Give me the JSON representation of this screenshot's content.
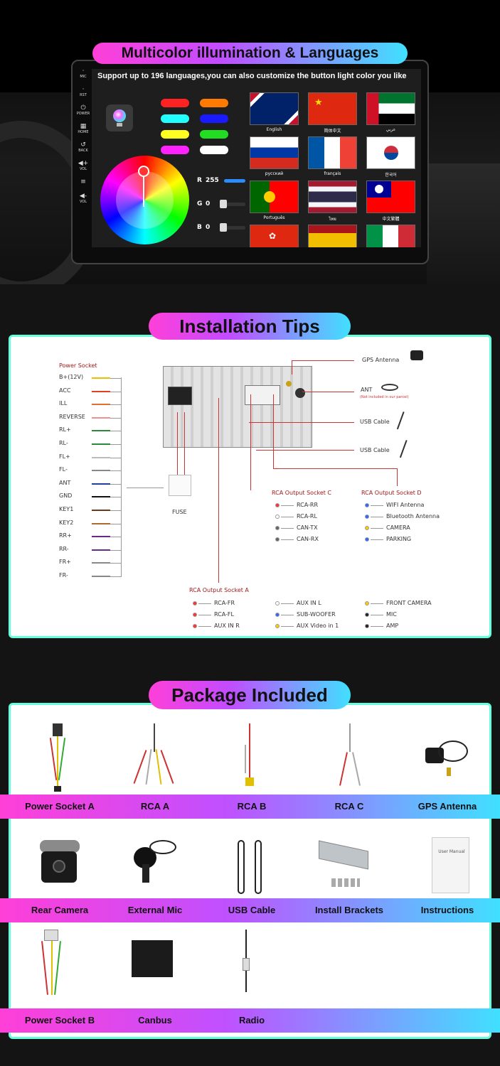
{
  "section_illumination": {
    "title": "Multicolor illumination & Languages",
    "support_text": "Support up to 196 languages,you can also customize the button light color you like",
    "side_buttons": [
      {
        "label": "MIC",
        "icon": "mic-icon",
        "glyph": "·"
      },
      {
        "label": "RST",
        "icon": "reset-icon",
        "glyph": "·"
      },
      {
        "label": "POWER",
        "icon": "power-icon",
        "glyph": "⏻"
      },
      {
        "label": "HOME",
        "icon": "home-icon",
        "glyph": "▦"
      },
      {
        "label": "BACK",
        "icon": "back-icon",
        "glyph": "↺"
      },
      {
        "label": "VOL",
        "icon": "volume-up-icon",
        "glyph": "◀+"
      },
      {
        "label": "",
        "icon": "menu-icon",
        "glyph": "≡"
      },
      {
        "label": "VOL",
        "icon": "volume-down-icon",
        "glyph": "◀-"
      }
    ],
    "color_swatches": [
      "#ff2222",
      "#ff7a00",
      "#22ffff",
      "#1a1aff",
      "#ffff22",
      "#22dd22",
      "#ff22ff",
      "#ffffff"
    ],
    "rgb": {
      "r_label": "R",
      "r_value": "255",
      "g_label": "G",
      "g_value": "0",
      "b_label": "B",
      "b_value": "0",
      "r_color": "#2a8cff"
    },
    "languages": [
      "English",
      "简体中文",
      "عربي",
      "русский",
      "français",
      "한국어",
      "Português",
      "ไทย",
      "中文繁體"
    ]
  },
  "section_installation": {
    "title": "Installation Tips",
    "power_socket": {
      "header": "Power Socket",
      "pins": [
        "B+(12V)",
        "ACC",
        "ILL",
        "REVERSE",
        "RL+",
        "RL-",
        "FL+",
        "FL-",
        "ANT",
        "GND",
        "KEY1",
        "KEY2",
        "RR+",
        "RR-",
        "FR+",
        "FR-"
      ],
      "wire_colors": [
        "#e8c200",
        "#e04020",
        "#e07030",
        "#f09090",
        "#2a8a3a",
        "#2a8a3a",
        "#ffffff",
        "#888888",
        "#2040a0",
        "#111111",
        "#6a3a1a",
        "#aa6a30",
        "#6a2a8a",
        "#6a2a8a",
        "#888888",
        "#888888"
      ]
    },
    "fuse_label": "FUSE",
    "antennas": [
      {
        "label": "GPS Antenna",
        "note": ""
      },
      {
        "label": "ANT",
        "note": "(Not included in our parcel)"
      },
      {
        "label": "USB Cable",
        "note": ""
      },
      {
        "label": "USB Cable",
        "note": ""
      }
    ],
    "rca_c": {
      "header": "RCA Output Socket C",
      "items": [
        "RCA-RR",
        "RCA-RL",
        "CAN-TX",
        "CAN-RX"
      ]
    },
    "rca_d": {
      "header": "RCA Output Socket D",
      "items": [
        "WIFI Antenna",
        "Bluetooth Antenna",
        "CAMERA",
        "PARKING"
      ]
    },
    "rca_a": {
      "header": "RCA Output Socket A",
      "col1": [
        "RCA-FR",
        "RCA-FL",
        "AUX IN R"
      ],
      "col2": [
        "AUX IN L",
        "SUB-WOOFER",
        "AUX Video in 1"
      ],
      "col3": [
        "FRONT CAMERA",
        "MIC",
        "AMP"
      ]
    }
  },
  "section_package": {
    "title": "Package Included",
    "row1": [
      "Power Socket A",
      "RCA  A",
      "RCA  B",
      "RCA  C",
      "GPS Antenna"
    ],
    "row2": [
      "Rear Camera",
      "External Mic",
      "USB Cable",
      "Install Brackets",
      "Instructions"
    ],
    "row3": [
      "Power Socket B",
      "Canbus",
      "Radio"
    ],
    "manual_text": "User Manual"
  },
  "colors": {
    "pill_pink": "#ff3fd8",
    "pill_cyan": "#40e0ff",
    "wire_red": "#c33333",
    "header_red": "#a31818"
  }
}
